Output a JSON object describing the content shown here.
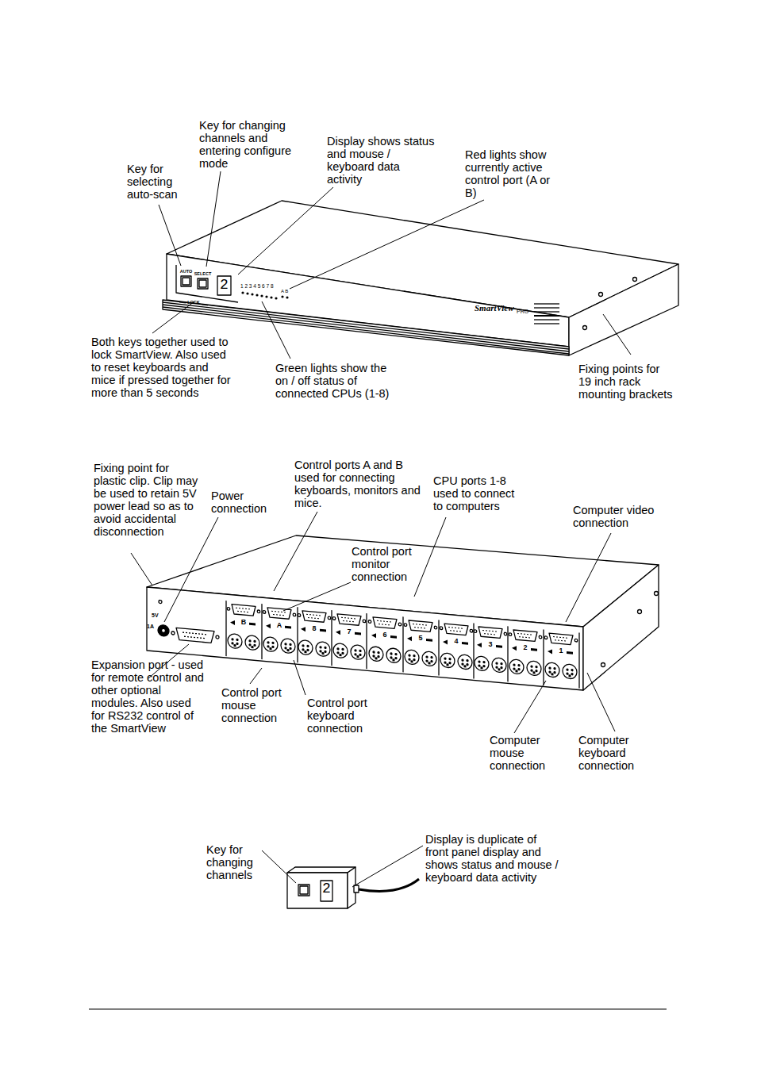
{
  "diagram": {
    "labels": [
      "Key for changing channels and entering configure mode",
      "Display shows status and mouse / keyboard data activity",
      "Red lights show currently active control port (A or B)",
      "Key for selecting auto-scan",
      "Both keys together used to lock SmartView. Also used to reset keyboards and mice if pressed together for more than 5 seconds",
      "Green lights show the on / off status of connected CPUs (1-8)",
      "Fixing points for 19 inch rack mounting brackets",
      "Fixing point for plastic clip. Clip may be used to retain 5V power lead so as to avoid accidental disconnection",
      "Power connection",
      "Control ports A and B used for connecting keyboards, monitors and mice.",
      "CPU ports 1-8 used to connect to computers",
      "Computer video connection",
      "Control port monitor connection",
      "Expansion port - used for remote control and other optional modules. Also used for RS232 control of the SmartView",
      "Control port mouse connection",
      "Control port keyboard connection",
      "Computer mouse connection",
      "Computer keyboard connection",
      "Key for changing channels",
      "Display is duplicate of front panel display and shows status and mouse / keyboard data activity",
      "AUTO",
      "SELECT",
      "LOCK",
      "2",
      "1 2 3 4 5 6 7 8",
      "A B",
      "SmartView",
      "PRO",
      "5V",
      "1A",
      "B",
      "A",
      "8",
      "7",
      "6",
      "5",
      "4",
      "3",
      "2",
      "1",
      "2"
    ]
  }
}
